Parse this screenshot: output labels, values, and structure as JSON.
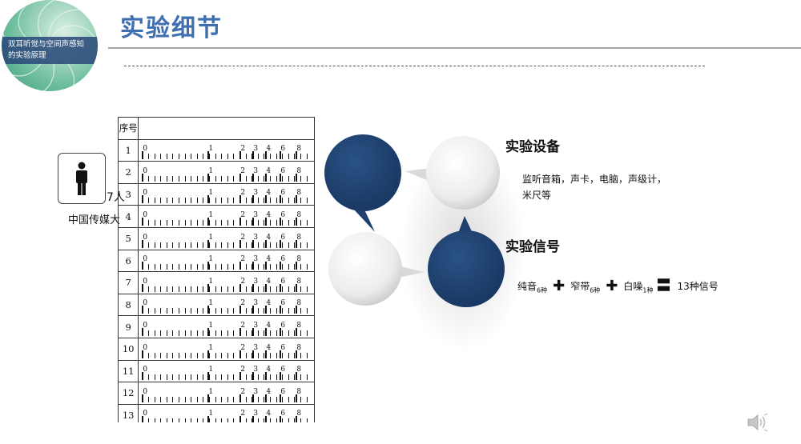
{
  "logo": {
    "line1": "双耳听觉与空间声感知",
    "line2": "的实验原理"
  },
  "title": "实验细节",
  "subject": {
    "icon": "person-icon",
    "count_partial": "7人",
    "org_partial": "中国传媒大学"
  },
  "table": {
    "header": "序号",
    "rows": [
      "1",
      "2",
      "3",
      "4",
      "5",
      "6",
      "7",
      "8",
      "9",
      "10",
      "11",
      "12",
      "13"
    ],
    "scale_labels": [
      "0",
      "1",
      "2",
      "3",
      "4",
      "6",
      "8"
    ]
  },
  "equipment": {
    "heading": "实验设备",
    "line1": "监听音箱，声卡，电脑，声级计，",
    "line2": "米尺等"
  },
  "signals": {
    "heading": "实验信号",
    "pure": "纯音",
    "pure_sub": "6种",
    "narrow": "窄带",
    "narrow_sub": "6种",
    "white": "白噪",
    "white_sub": "1种",
    "result": "13种信号"
  },
  "colors": {
    "accent": "#1f3f6e",
    "title": "#3f6fb0",
    "rule": "#a6a6a6"
  },
  "speaker_icon": "speaker-icon"
}
